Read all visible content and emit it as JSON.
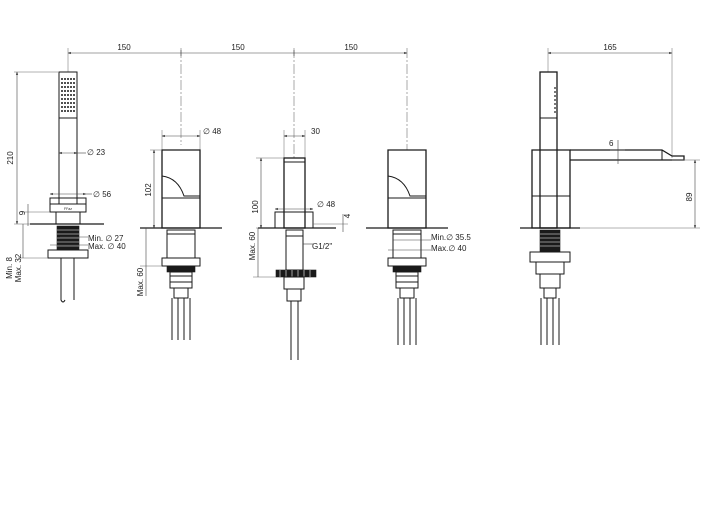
{
  "spacing": {
    "gap_1": "150",
    "gap_2": "150",
    "gap_3": "150",
    "side_reach": "165"
  },
  "hand_shower": {
    "length": "210",
    "handle_dia": "23",
    "holder_dia": "56",
    "holder_height": "9",
    "hole_min": "Min. ∅ 27",
    "hole_max": "Max. ∅ 40",
    "deck_min": "Min. 8",
    "deck_max": "Max. 32"
  },
  "handle": {
    "diameter": "48",
    "height": "102",
    "deck_max": "Max. 60"
  },
  "spout": {
    "width": "30",
    "height": "100",
    "diameter": "48",
    "gap": "4",
    "thread": "G1/2\"",
    "deck_max": "Max. 60"
  },
  "diverter": {
    "hole_min": "Min.∅ 35.5",
    "hole_max": "Max.∅ 40"
  },
  "side_view": {
    "spout_thickness": "6",
    "spout_height": "89"
  }
}
